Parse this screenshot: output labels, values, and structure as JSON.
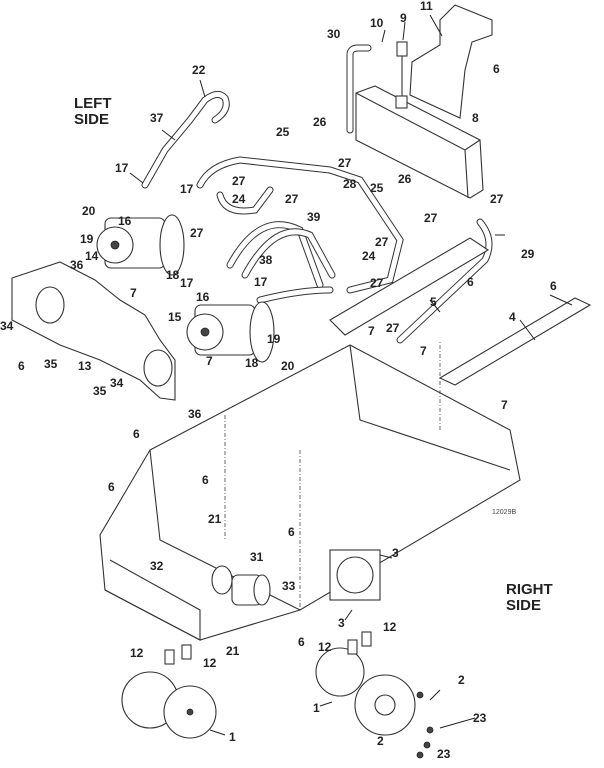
{
  "diagram": {
    "side_labels": {
      "left": "LEFT\nSIDE",
      "right": "RIGHT\nSIDE"
    },
    "drawing_code": "12029B",
    "callouts": [
      {
        "id": "c22",
        "text": "22"
      },
      {
        "id": "c37",
        "text": "37"
      },
      {
        "id": "c17a",
        "text": "17"
      },
      {
        "id": "c17b",
        "text": "17"
      },
      {
        "id": "c20a",
        "text": "20"
      },
      {
        "id": "c16a",
        "text": "16"
      },
      {
        "id": "c19a",
        "text": "19"
      },
      {
        "id": "c14",
        "text": "14"
      },
      {
        "id": "c36a",
        "text": "36"
      },
      {
        "id": "c18a",
        "text": "18"
      },
      {
        "id": "c7a",
        "text": "7"
      },
      {
        "id": "c27a",
        "text": "27"
      },
      {
        "id": "c27b",
        "text": "27"
      },
      {
        "id": "c24a",
        "text": "24"
      },
      {
        "id": "c27c",
        "text": "27"
      },
      {
        "id": "c25a",
        "text": "25"
      },
      {
        "id": "c26a",
        "text": "26"
      },
      {
        "id": "c27d",
        "text": "27"
      },
      {
        "id": "c30",
        "text": "30"
      },
      {
        "id": "c10",
        "text": "10"
      },
      {
        "id": "c9",
        "text": "9"
      },
      {
        "id": "c11",
        "text": "11"
      },
      {
        "id": "c6a",
        "text": "6"
      },
      {
        "id": "c8",
        "text": "8"
      },
      {
        "id": "c28",
        "text": "28"
      },
      {
        "id": "c25b",
        "text": "25"
      },
      {
        "id": "c26b",
        "text": "26"
      },
      {
        "id": "c27e",
        "text": "27"
      },
      {
        "id": "c27f",
        "text": "27"
      },
      {
        "id": "c39",
        "text": "39"
      },
      {
        "id": "c38",
        "text": "38"
      },
      {
        "id": "c27g",
        "text": "27"
      },
      {
        "id": "c24b",
        "text": "24"
      },
      {
        "id": "c27h",
        "text": "27"
      },
      {
        "id": "c29",
        "text": "29"
      },
      {
        "id": "c6b",
        "text": "6"
      },
      {
        "id": "c5",
        "text": "5"
      },
      {
        "id": "c6c",
        "text": "6"
      },
      {
        "id": "c4",
        "text": "4"
      },
      {
        "id": "c17c",
        "text": "17"
      },
      {
        "id": "c17d",
        "text": "17"
      },
      {
        "id": "c16b",
        "text": "16"
      },
      {
        "id": "c15",
        "text": "15"
      },
      {
        "id": "c19b",
        "text": "19"
      },
      {
        "id": "c18b",
        "text": "18"
      },
      {
        "id": "c20b",
        "text": "20"
      },
      {
        "id": "c7b",
        "text": "7"
      },
      {
        "id": "c36b",
        "text": "36"
      },
      {
        "id": "c34a",
        "text": "34"
      },
      {
        "id": "c6d",
        "text": "6"
      },
      {
        "id": "c35a",
        "text": "35"
      },
      {
        "id": "c13",
        "text": "13"
      },
      {
        "id": "c35b",
        "text": "35"
      },
      {
        "id": "c34b",
        "text": "34"
      },
      {
        "id": "c6e",
        "text": "6"
      },
      {
        "id": "c7c",
        "text": "7"
      },
      {
        "id": "c27i",
        "text": "27"
      },
      {
        "id": "c7d",
        "text": "7"
      },
      {
        "id": "c7e",
        "text": "7"
      },
      {
        "id": "c6f",
        "text": "6"
      },
      {
        "id": "c6g",
        "text": "6"
      },
      {
        "id": "c6h",
        "text": "6"
      },
      {
        "id": "c21a",
        "text": "21"
      },
      {
        "id": "c31",
        "text": "31"
      },
      {
        "id": "c32",
        "text": "32"
      },
      {
        "id": "c33",
        "text": "33"
      },
      {
        "id": "c21b",
        "text": "21"
      },
      {
        "id": "c6i",
        "text": "6"
      },
      {
        "id": "c3a",
        "text": "3"
      },
      {
        "id": "c3b",
        "text": "3"
      },
      {
        "id": "c12a",
        "text": "12"
      },
      {
        "id": "c12b",
        "text": "12"
      },
      {
        "id": "c12c",
        "text": "12"
      },
      {
        "id": "c12d",
        "text": "12"
      },
      {
        "id": "c1a",
        "text": "1"
      },
      {
        "id": "c1b",
        "text": "1"
      },
      {
        "id": "c2a",
        "text": "2"
      },
      {
        "id": "c23a",
        "text": "23"
      },
      {
        "id": "c2b",
        "text": "2"
      },
      {
        "id": "c23b",
        "text": "23"
      }
    ]
  }
}
